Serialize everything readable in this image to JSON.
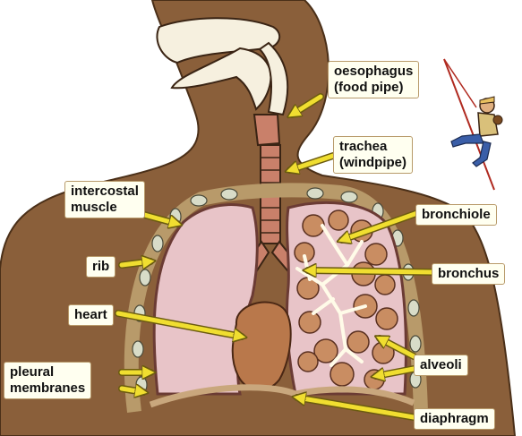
{
  "labels": {
    "oesophagus": [
      "oesophagus",
      "(food pipe)"
    ],
    "trachea": [
      "trachea",
      "(windpipe)"
    ],
    "intercostal": [
      "intercostal",
      "muscle"
    ],
    "bronchiole": "bronchiole",
    "rib": "rib",
    "bronchus": "bronchus",
    "heart": "heart",
    "pleural": [
      "pleural",
      "membranes"
    ],
    "alveoli": "alveoli",
    "diaphragm": "diaphragm"
  },
  "colors": {
    "body": "#8a5f3a",
    "lung": "#e8c4c8",
    "lung_edge": "#6b3b34",
    "alveoli": "#c98d62",
    "trachea": "#c9806a",
    "heart": "#b9784b",
    "arrow": "#f0de30",
    "arrow_edge": "#6b5b10",
    "rib": "#d8dcc8",
    "label_bg": "#fffff0"
  },
  "icons": [
    "climber-icon",
    "rope-icon"
  ]
}
